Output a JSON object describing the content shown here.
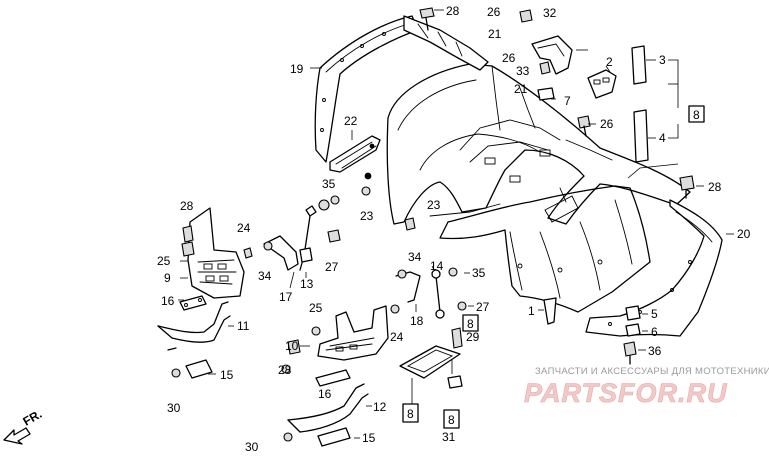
{
  "labels": [
    {
      "id": "28a",
      "text": "28"
    },
    {
      "id": "26a",
      "text": "26"
    },
    {
      "id": "32",
      "text": "32"
    },
    {
      "id": "21a",
      "text": "21"
    },
    {
      "id": "26b",
      "text": "26"
    },
    {
      "id": "33",
      "text": "33"
    },
    {
      "id": "2",
      "text": "2"
    },
    {
      "id": "3",
      "text": "3"
    },
    {
      "id": "21b",
      "text": "21"
    },
    {
      "id": "7",
      "text": "7"
    },
    {
      "id": "19",
      "text": "19"
    },
    {
      "id": "26c",
      "text": "26"
    },
    {
      "id": "22",
      "text": "22"
    },
    {
      "id": "4",
      "text": "4"
    },
    {
      "id": "35a",
      "text": "35"
    },
    {
      "id": "28b",
      "text": "28"
    },
    {
      "id": "23a",
      "text": "23"
    },
    {
      "id": "23b",
      "text": "23"
    },
    {
      "id": "28c",
      "text": "28"
    },
    {
      "id": "24a",
      "text": "24"
    },
    {
      "id": "20",
      "text": "20"
    },
    {
      "id": "25a",
      "text": "25"
    },
    {
      "id": "34a",
      "text": "34"
    },
    {
      "id": "27a",
      "text": "27"
    },
    {
      "id": "34b",
      "text": "34"
    },
    {
      "id": "14",
      "text": "14"
    },
    {
      "id": "35b",
      "text": "35"
    },
    {
      "id": "9",
      "text": "9"
    },
    {
      "id": "13",
      "text": "13"
    },
    {
      "id": "17",
      "text": "17"
    },
    {
      "id": "16a",
      "text": "16"
    },
    {
      "id": "25b",
      "text": "25"
    },
    {
      "id": "27b",
      "text": "27"
    },
    {
      "id": "5",
      "text": "5"
    },
    {
      "id": "1",
      "text": "1"
    },
    {
      "id": "11",
      "text": "11"
    },
    {
      "id": "18",
      "text": "18"
    },
    {
      "id": "6",
      "text": "6"
    },
    {
      "id": "24b",
      "text": "24"
    },
    {
      "id": "29",
      "text": "29"
    },
    {
      "id": "10",
      "text": "10"
    },
    {
      "id": "36",
      "text": "36"
    },
    {
      "id": "15a",
      "text": "15"
    },
    {
      "id": "28d",
      "text": "28"
    },
    {
      "id": "16b",
      "text": "16"
    },
    {
      "id": "12",
      "text": "12"
    },
    {
      "id": "30a",
      "text": "30"
    },
    {
      "id": "15b",
      "text": "15"
    },
    {
      "id": "30b",
      "text": "30"
    },
    {
      "id": "31",
      "text": "31"
    }
  ],
  "boxed_labels": [
    {
      "id": "b8a",
      "text": "8"
    },
    {
      "id": "b8b",
      "text": "8"
    },
    {
      "id": "b8c",
      "text": "8"
    },
    {
      "id": "b8d",
      "text": "8"
    }
  ],
  "watermark": {
    "tagline": "ЗАПЧАСТИ И АКСЕССУАРЫ ДЛЯ МОТОТЕХНИКИ",
    "logo": "PARTSFOR.RU"
  },
  "direction": {
    "text": "FR."
  }
}
